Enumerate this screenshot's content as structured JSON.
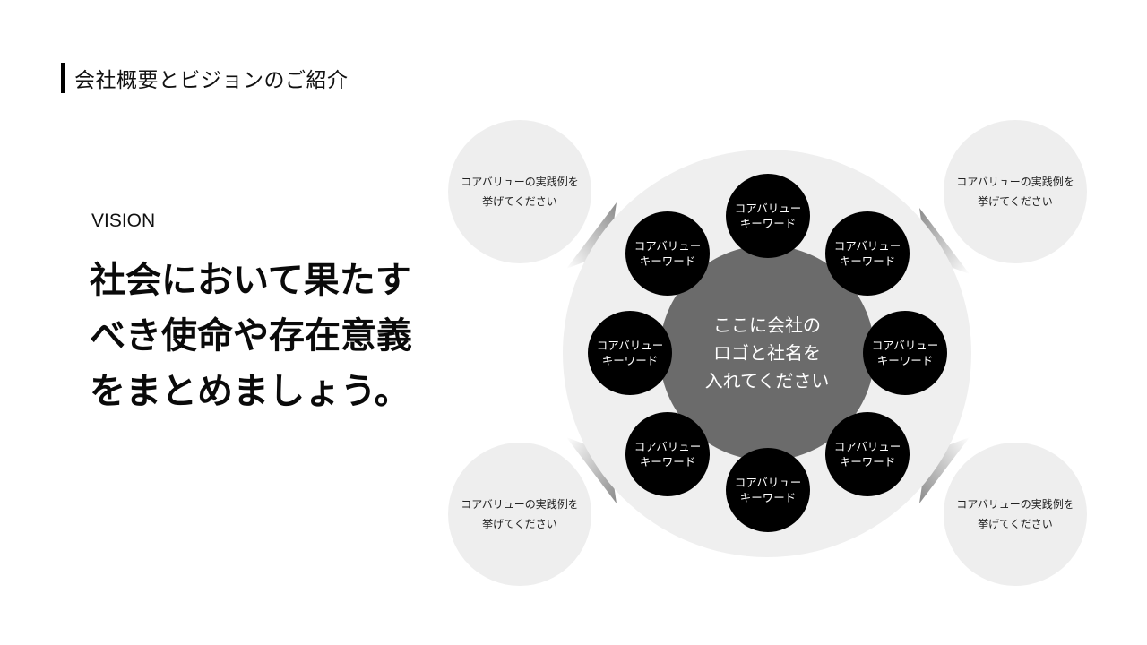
{
  "header": {
    "title": "会社概要とビジョンのご紹介"
  },
  "vision": {
    "label": "VISION",
    "lines": [
      "社会において果たす",
      "べき使命や存在意義",
      "をまとめましょう。"
    ]
  },
  "diagram": {
    "center": {
      "lines": [
        "ここに会社の",
        "ロゴと社名を",
        "入れてください"
      ]
    },
    "keywords": [
      {
        "position": "top",
        "line1": "コアバリュー",
        "line2": "キーワード"
      },
      {
        "position": "top-right",
        "line1": "コアバリュー",
        "line2": "キーワード"
      },
      {
        "position": "right",
        "line1": "コアバリュー",
        "line2": "キーワード"
      },
      {
        "position": "bottom-right",
        "line1": "コアバリュー",
        "line2": "キーワード"
      },
      {
        "position": "bottom",
        "line1": "コアバリュー",
        "line2": "キーワード"
      },
      {
        "position": "bottom-left",
        "line1": "コアバリュー",
        "line2": "キーワード"
      },
      {
        "position": "left",
        "line1": "コアバリュー",
        "line2": "キーワード"
      },
      {
        "position": "top-left",
        "line1": "コアバリュー",
        "line2": "キーワード"
      }
    ],
    "examples": [
      {
        "position": "top-left",
        "line1": "コアバリューの実践例を",
        "line2": "挙げてください"
      },
      {
        "position": "top-right",
        "line1": "コアバリューの実践例を",
        "line2": "挙げてください"
      },
      {
        "position": "bottom-left",
        "line1": "コアバリューの実践例を",
        "line2": "挙げてください"
      },
      {
        "position": "bottom-right",
        "line1": "コアバリューの実践例を",
        "line2": "挙げてください"
      }
    ],
    "colors": {
      "outer_ring": "#efefef",
      "core": "#6b6b6b",
      "keyword": "#000000",
      "example_bubble": "#eeeeee"
    }
  }
}
